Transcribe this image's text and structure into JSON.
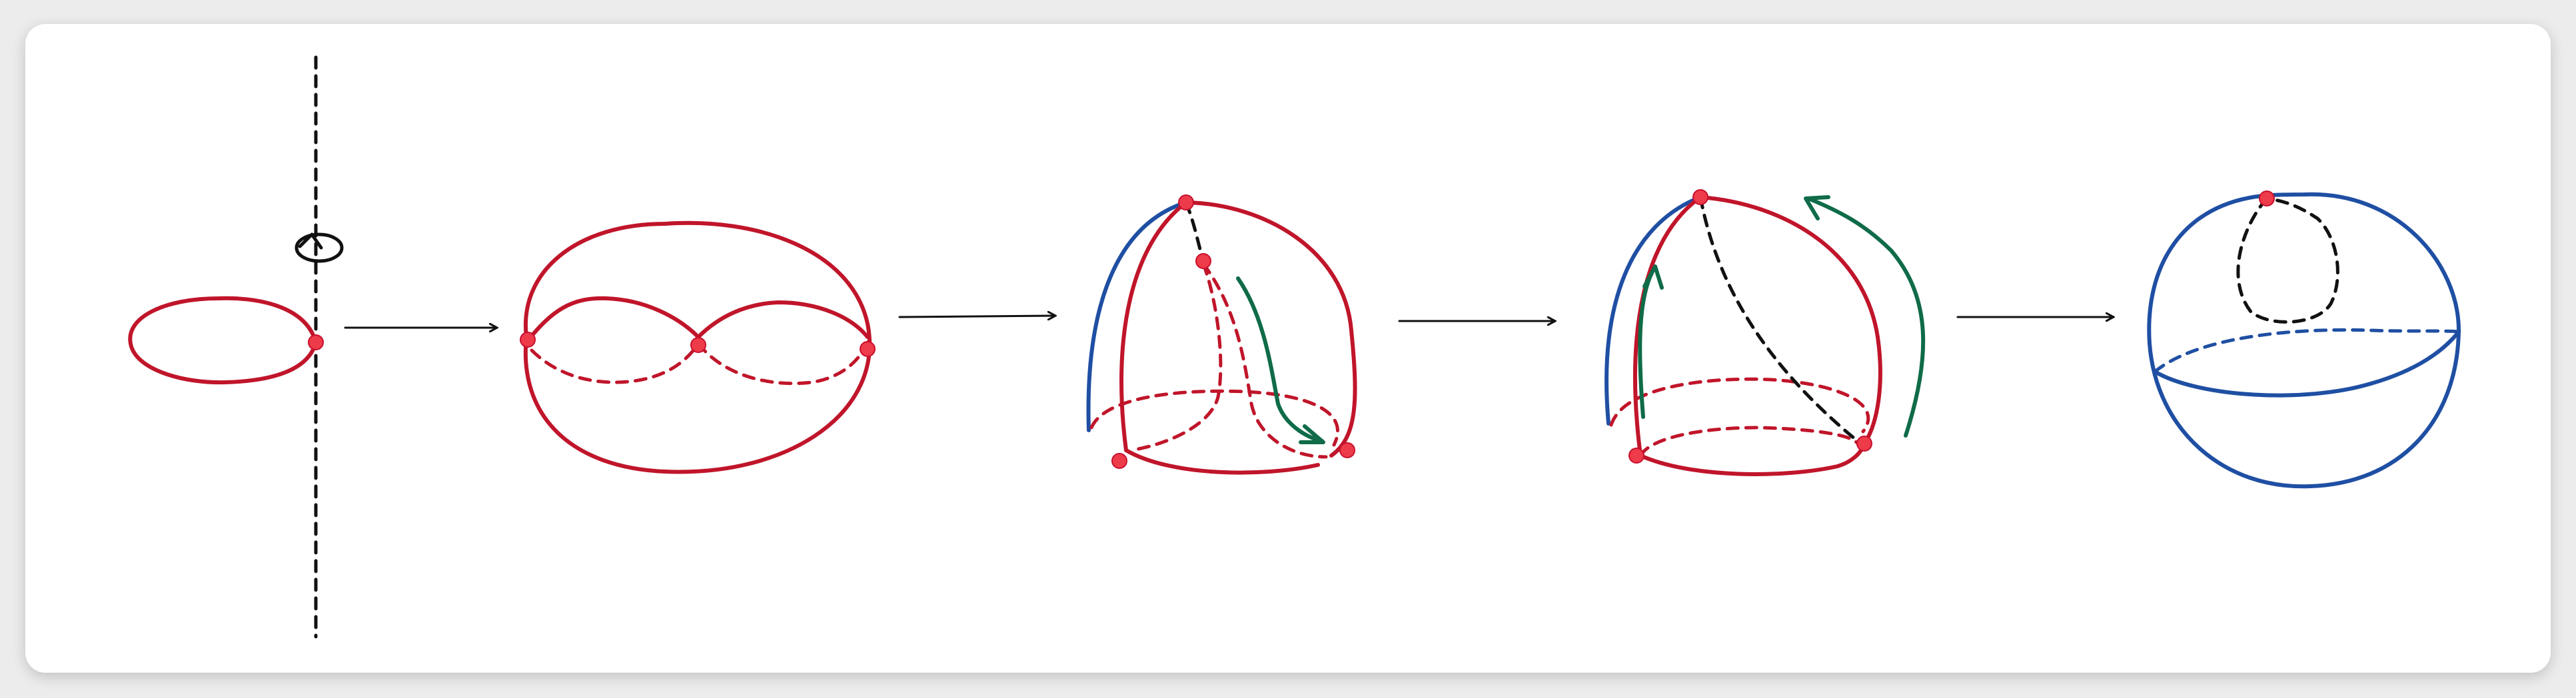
{
  "colors": {
    "red": "#c0152a",
    "blue": "#1f4fa3",
    "green": "#0f6b48",
    "black": "#111111",
    "vertex": "#ee3b4a"
  },
  "steps": [
    {
      "name": "circle-rotation-axis",
      "edges": [
        "red-loop",
        "dashed-axis",
        "rotation-icon"
      ]
    },
    {
      "name": "red-torus-shape",
      "edges": [
        "red-outer",
        "red-inner-lobes"
      ]
    },
    {
      "name": "squashed-surface",
      "edges": [
        "red-outline",
        "blue-edge",
        "green-arrow"
      ]
    },
    {
      "name": "squashed-surface-2",
      "edges": [
        "red-outline",
        "blue-edge",
        "green-arrows"
      ]
    },
    {
      "name": "blue-sphere",
      "edges": [
        "blue-sphere",
        "black-dashed-loop"
      ]
    }
  ]
}
